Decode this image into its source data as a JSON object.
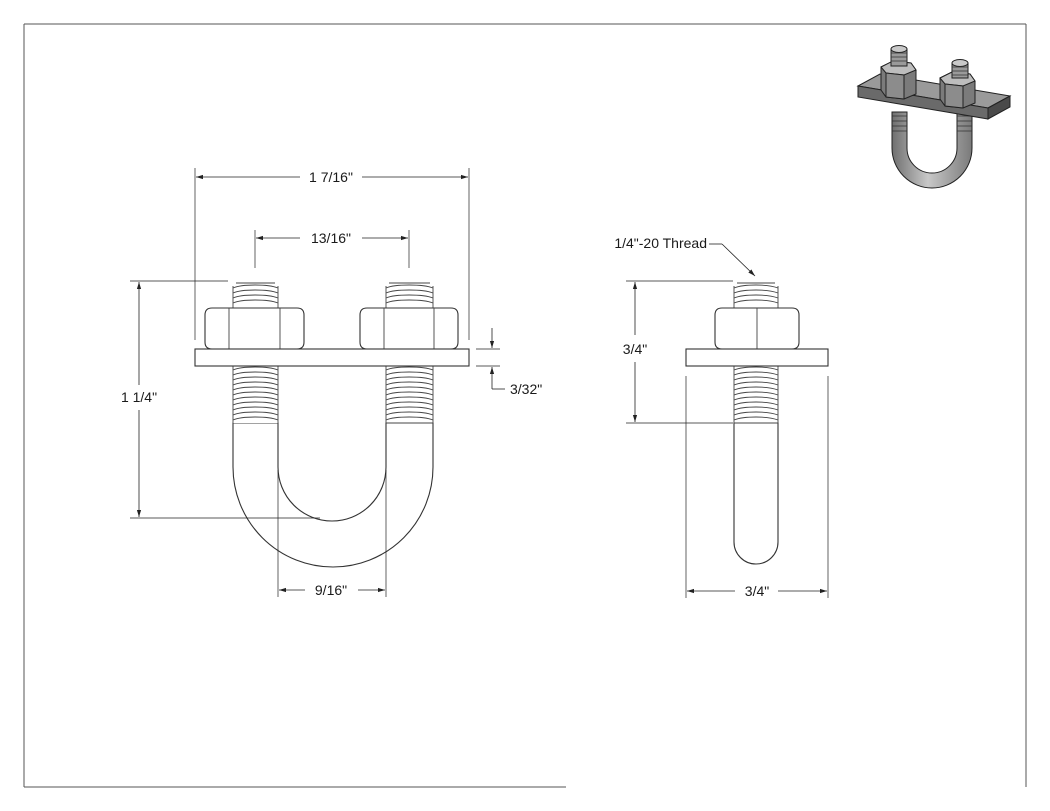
{
  "dimensions": {
    "overall_width": "1 7/16\"",
    "center_distance": "13/16\"",
    "overall_height": "1 1/4\"",
    "plate_thickness": "3/32\"",
    "inside_width": "9/16\"",
    "thread_length": "3/4\"",
    "side_width": "3/4\""
  },
  "callouts": {
    "thread_spec": "1/4\"-20 Thread"
  },
  "colors": {
    "line": "#222222",
    "iso_dark": "#555555",
    "iso_mid": "#8a8a8a",
    "iso_light": "#c4c4c4"
  }
}
